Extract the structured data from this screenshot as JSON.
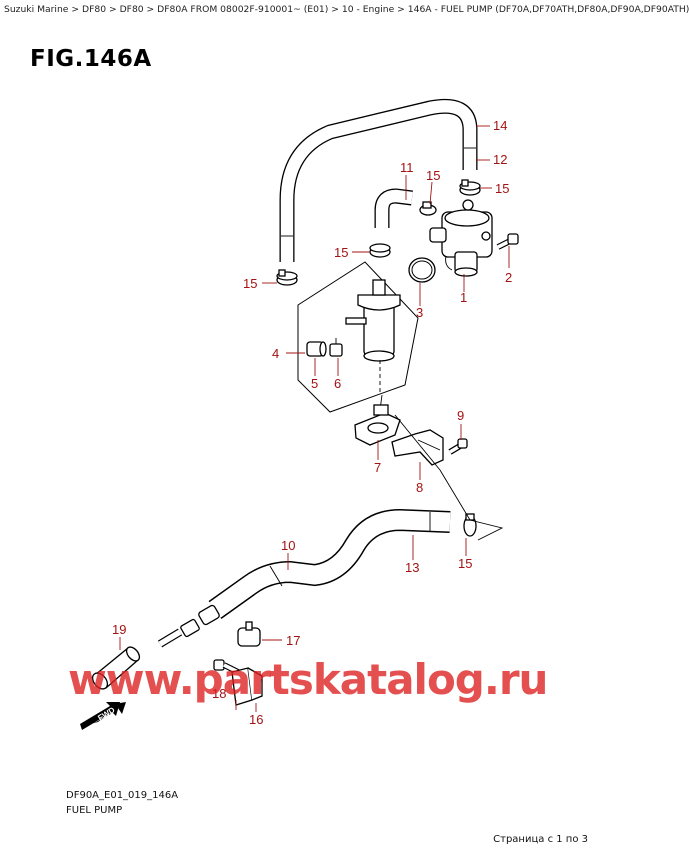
{
  "breadcrumb": "Suzuki Marine > DF80 > DF80 > DF80A FROM 08002F-910001~ (E01) > 10 - Engine > 146A - FUEL PUMP (DF70A,DF70ATH,DF80A,DF90A,DF90ATH)",
  "figure_title": "FIG.146A",
  "callouts": {
    "c1": "1",
    "c2": "2",
    "c3": "3",
    "c4": "4",
    "c5": "5",
    "c6": "6",
    "c7": "7",
    "c8": "8",
    "c9": "9",
    "c10": "10",
    "c11": "11",
    "c12": "12",
    "c13": "13",
    "c14": "14",
    "c15": "15",
    "c16": "16",
    "c17": "17",
    "c18": "18",
    "c19": "19"
  },
  "fwd_label": "FWD",
  "watermark": "www.partskatalog.ru",
  "footer": {
    "drawing_code": "DF90A_E01_019_146A",
    "drawing_name": "FUEL PUMP"
  },
  "page_info": "Страница с 1 по 3",
  "colors": {
    "callout": "#a31313",
    "watermark": "#dc1e1e"
  }
}
